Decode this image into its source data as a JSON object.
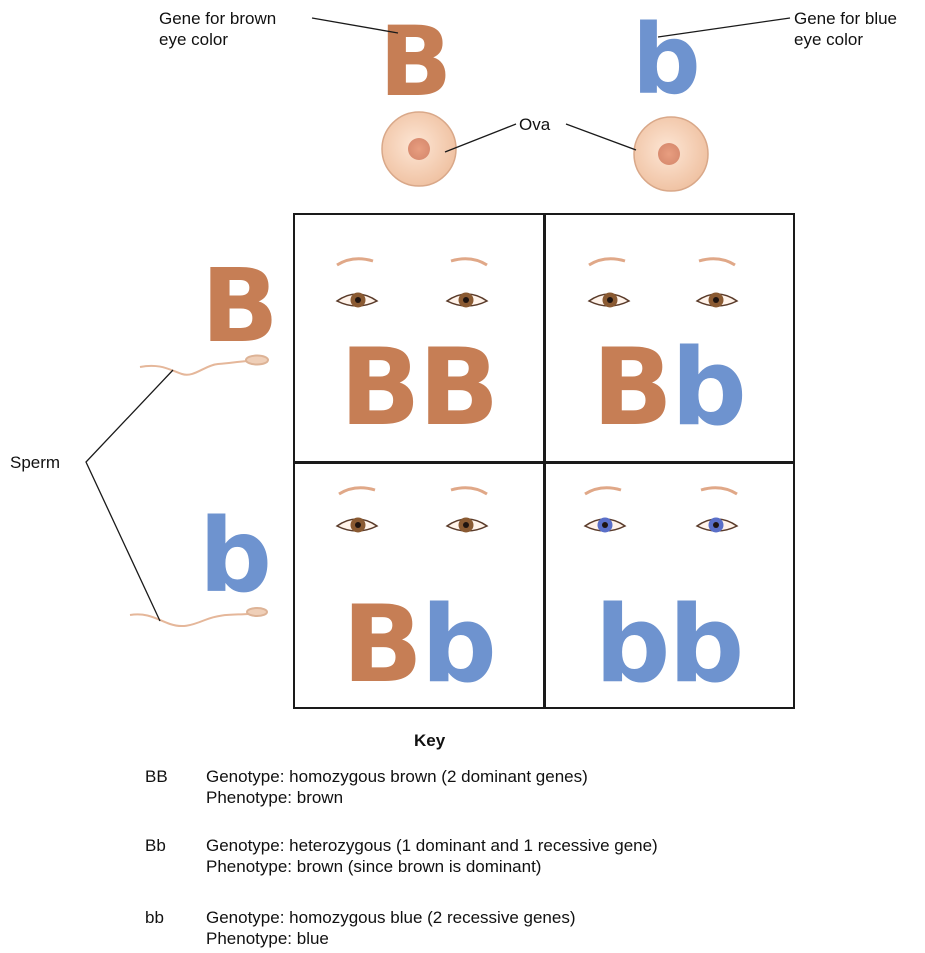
{
  "labels": {
    "brown_gene": [
      "Gene for brown",
      "eye color"
    ],
    "blue_gene": [
      "Gene for blue",
      "eye color"
    ],
    "ova": "Ova",
    "sperm": "Sperm"
  },
  "alleles": {
    "ovum_left": "B",
    "ovum_right": "b",
    "sperm_top": "B",
    "sperm_bottom": "b"
  },
  "punnett": {
    "cells": [
      {
        "left": "B",
        "right": "B",
        "eye_color": "brown"
      },
      {
        "left": "B",
        "right": "b",
        "eye_color": "brown"
      },
      {
        "left": "B",
        "right": "b",
        "eye_color": "brown"
      },
      {
        "left": "b",
        "right": "b",
        "eye_color": "blue"
      }
    ]
  },
  "key": {
    "title": "Key",
    "rows": [
      {
        "code": "BB",
        "genotype": "Genotype: homozygous brown (2 dominant genes)",
        "phenotype": "Phenotype: brown"
      },
      {
        "code": "Bb",
        "genotype": "Genotype: heterozygous (1 dominant and 1 recessive gene)",
        "phenotype": "Phenotype: brown (since brown is dominant)"
      },
      {
        "code": "bb",
        "genotype": "Genotype: homozygous blue (2 recessive genes)",
        "phenotype": "Phenotype: blue"
      }
    ]
  },
  "colors": {
    "dominant_brown": "#c67e55",
    "recessive_blue": "#6e93cf",
    "ovum_fill": "#f5cdb0",
    "brown_iris": "#8a5a32",
    "blue_iris": "#5a6fc8"
  }
}
